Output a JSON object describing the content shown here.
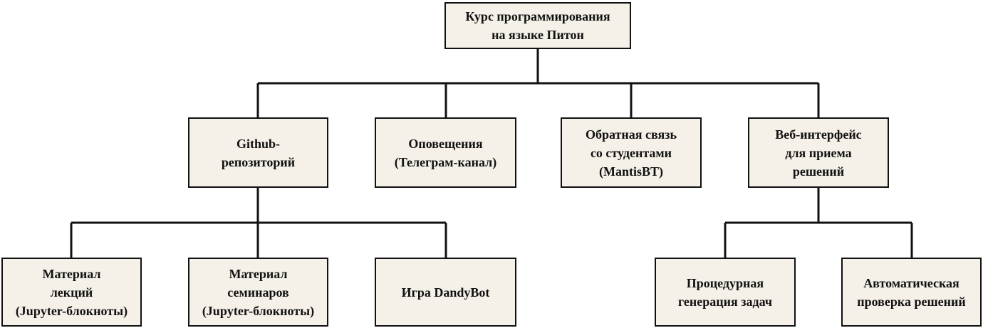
{
  "diagram": {
    "root": {
      "label": "Курс программирования\nна языке Питон"
    },
    "level1": [
      {
        "id": "github",
        "label": "Github-\nрепозиторий"
      },
      {
        "id": "notify",
        "label": "Оповещения\n(Телеграм-канал)"
      },
      {
        "id": "feedback",
        "label": "Обратная связь\nсо студентами\n(MantisBT)"
      },
      {
        "id": "web",
        "label": "Веб-интерфейс\nдля приема\nрешений"
      }
    ],
    "github_children": [
      {
        "id": "lectures",
        "label": "Материал\nлекций\n(Jupyter-блокноты)"
      },
      {
        "id": "seminars",
        "label": "Материал\nсеминаров\n(Jupyter-блокноты)"
      },
      {
        "id": "game",
        "label": "Игра DandyBot"
      }
    ],
    "web_children": [
      {
        "id": "procgen",
        "label": "Процедурная\nгенерация задач"
      },
      {
        "id": "autocheck",
        "label": "Автоматическая\nпроверка решений"
      }
    ],
    "colors": {
      "box_fill": "#f5f1e8",
      "border": "#111111",
      "line": "#111111"
    }
  }
}
